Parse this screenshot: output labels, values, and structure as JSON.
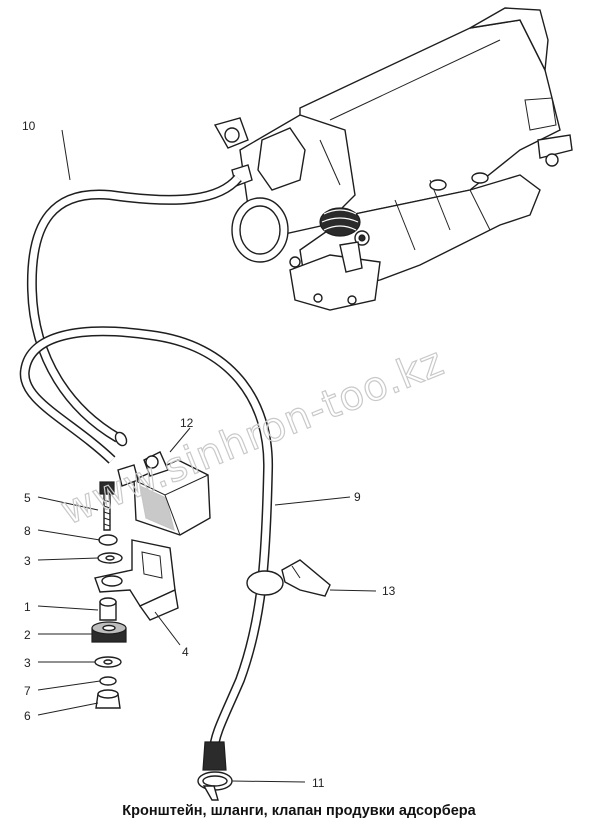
{
  "caption": "Кронштейн, шланги, клапан продувки адсорбера",
  "watermark": "www.sinhron-too.kz",
  "callouts": {
    "c1": "1",
    "c2": "2",
    "c3a": "3",
    "c3b": "3",
    "c4": "4",
    "c5": "5",
    "c6": "6",
    "c7": "7",
    "c8": "8",
    "c9": "9",
    "c10": "10",
    "c11": "11",
    "c12": "12",
    "c13": "13"
  }
}
